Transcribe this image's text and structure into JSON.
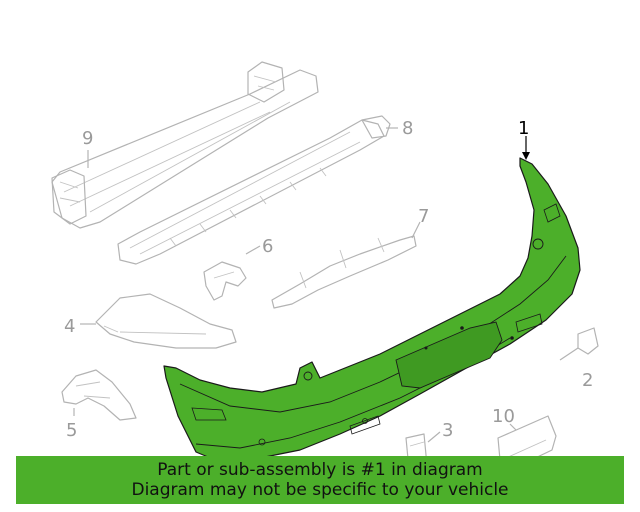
{
  "callouts": {
    "c1": "1",
    "c2": "2",
    "c3": "3",
    "c4": "4",
    "c5": "5",
    "c6": "6",
    "c7": "7",
    "c8": "8",
    "c9": "9",
    "c10": "10"
  },
  "highlight_color": "#4caf2a",
  "banner": {
    "line1": "Part or sub-assembly is #1 in diagram",
    "line2": "Diagram may not be specific to your vehicle"
  }
}
